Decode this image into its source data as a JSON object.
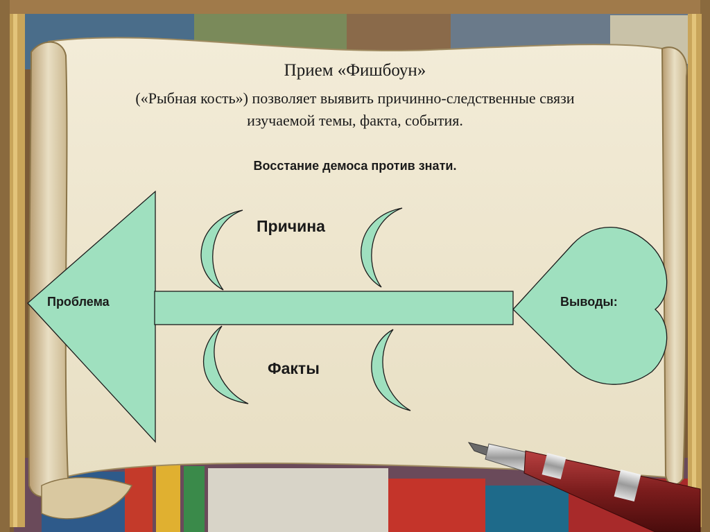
{
  "slide": {
    "title": "Прием «Фишбоун»",
    "subtitle_line1": "(«Рыбная кость») позволяет выявить причинно-следственные связи",
    "subtitle_line2": "изучаемой темы, факта, события.",
    "topic": "Восстание демоса против знати."
  },
  "diagram": {
    "head_label": "Проблема",
    "top_label": "Причина",
    "bottom_label": "Факты",
    "tail_label": "Выводы:"
  },
  "colors": {
    "shape_fill": "#9fe0bf",
    "shape_stroke": "#1a1a1a",
    "parchment": "#efe8d2"
  }
}
